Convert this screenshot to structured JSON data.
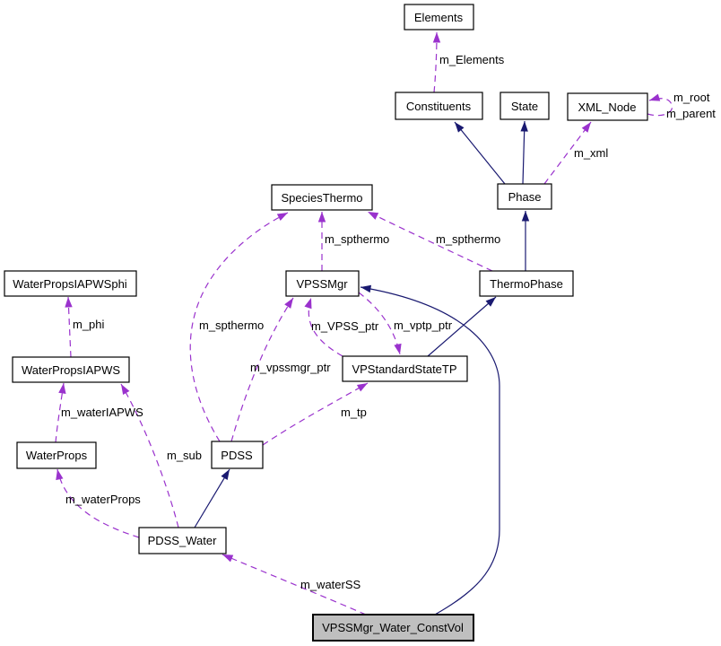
{
  "diagram": {
    "type": "doxygen-collaboration-graph",
    "main_class": "VPSSMgr_Water_ConstVol",
    "colors": {
      "inheritance_edge": "#191970",
      "usage_edge": "#9a32cd",
      "node_fill": "#ffffff",
      "main_node_fill": "#bfbfbf",
      "node_border": "#000000",
      "text": "#000000",
      "background": "#ffffff"
    },
    "nodes": [
      {
        "label": "Elements"
      },
      {
        "label": "Constituents"
      },
      {
        "label": "State"
      },
      {
        "label": "XML_Node"
      },
      {
        "label": "Phase"
      },
      {
        "label": "SpeciesThermo"
      },
      {
        "label": "ThermoPhase"
      },
      {
        "label": "VPSSMgr"
      },
      {
        "label": "WaterPropsIAPWSphi"
      },
      {
        "label": "WaterPropsIAPWS"
      },
      {
        "label": "VPStandardStateTP"
      },
      {
        "label": "WaterProps"
      },
      {
        "label": "PDSS"
      },
      {
        "label": "PDSS_Water"
      },
      {
        "label": "VPSSMgr_Water_ConstVol",
        "main": true
      }
    ],
    "edges": [
      {
        "from": "Constituents",
        "to": "Elements",
        "type": "usage",
        "label": "m_Elements"
      },
      {
        "from": "XML_Node",
        "to": "XML_Node",
        "type": "usage",
        "labels": [
          "m_root",
          "m_parent"
        ]
      },
      {
        "from": "Phase",
        "to": "Constituents",
        "type": "inheritance",
        "label": ""
      },
      {
        "from": "Phase",
        "to": "State",
        "type": "inheritance",
        "label": ""
      },
      {
        "from": "Phase",
        "to": "XML_Node",
        "type": "usage",
        "label": "m_xml"
      },
      {
        "from": "ThermoPhase",
        "to": "Phase",
        "type": "inheritance",
        "label": ""
      },
      {
        "from": "ThermoPhase",
        "to": "SpeciesThermo",
        "type": "usage",
        "label": "m_spthermo"
      },
      {
        "from": "VPSSMgr",
        "to": "SpeciesThermo",
        "type": "usage",
        "label": "m_spthermo"
      },
      {
        "from": "PDSS",
        "to": "SpeciesThermo",
        "type": "usage",
        "label": "m_spthermo"
      },
      {
        "from": "PDSS",
        "to": "VPSSMgr",
        "type": "usage",
        "label": "m_vpssmgr_ptr"
      },
      {
        "from": "VPStandardStateTP",
        "to": "VPSSMgr",
        "type": "usage",
        "label": "m_VPSS_ptr"
      },
      {
        "from": "VPSSMgr",
        "to": "VPStandardStateTP",
        "type": "usage",
        "label": "m_vptp_ptr"
      },
      {
        "from": "VPStandardStateTP",
        "to": "ThermoPhase",
        "type": "inheritance",
        "label": ""
      },
      {
        "from": "PDSS",
        "to": "VPStandardStateTP",
        "type": "usage",
        "label": "m_tp"
      },
      {
        "from": "WaterPropsIAPWS",
        "to": "WaterPropsIAPWSphi",
        "type": "usage",
        "label": "m_phi"
      },
      {
        "from": "WaterProps",
        "to": "WaterPropsIAPWS",
        "type": "usage",
        "label": "m_waterIAPWS"
      },
      {
        "from": "PDSS_Water",
        "to": "WaterPropsIAPWS",
        "type": "usage",
        "label": "m_sub"
      },
      {
        "from": "PDSS_Water",
        "to": "WaterProps",
        "type": "usage",
        "label": "m_waterProps"
      },
      {
        "from": "PDSS_Water",
        "to": "PDSS",
        "type": "inheritance",
        "label": ""
      },
      {
        "from": "VPSSMgr_Water_ConstVol",
        "to": "PDSS_Water",
        "type": "usage",
        "label": "m_waterSS"
      },
      {
        "from": "VPSSMgr_Water_ConstVol",
        "to": "VPSSMgr",
        "type": "inheritance",
        "label": ""
      }
    ]
  }
}
